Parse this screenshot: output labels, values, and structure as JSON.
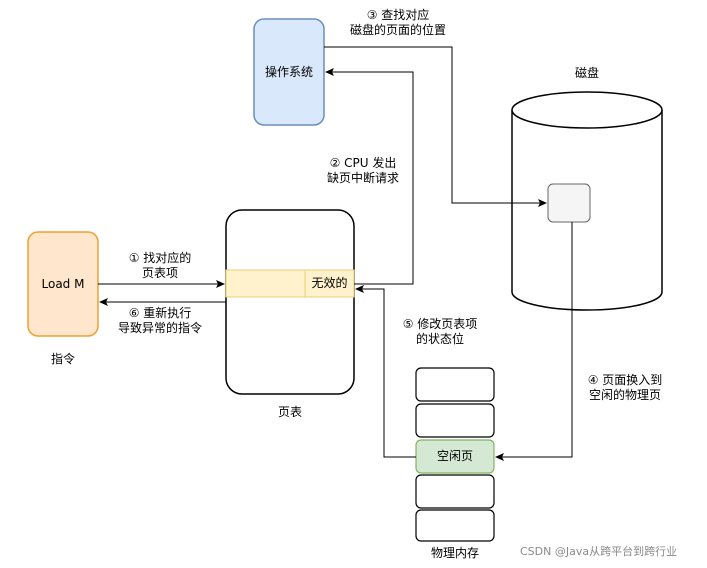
{
  "nodes": {
    "instruction_box": "Load M",
    "instruction_caption": "指令",
    "os_box": "操作系统",
    "page_table_caption": "页表",
    "invalid_entry": "无效的",
    "disk_caption": "磁盘",
    "free_page": "空闲页",
    "memory_caption": "物理内存"
  },
  "steps": {
    "s1_line1": "① 找对应的",
    "s1_line2": "页表项",
    "s2_line1": "② CPU 发出",
    "s2_line2": "缺页中断请求",
    "s3_line1": "③ 查找对应",
    "s3_line2": "磁盘的页面的位置",
    "s4_line1": "④ 页面换入到",
    "s4_line2": "空闲的物理页",
    "s5_line1": "⑤ 修改页表项",
    "s5_line2": "的状态位",
    "s6_line1": "⑥ 重新执行",
    "s6_line2": "导致异常的指令"
  },
  "watermark": "CSDN @Java从跨平台到跨行业",
  "colors": {
    "instruction_fill": "#ffe6cc",
    "instruction_stroke": "#f0a030",
    "os_fill": "#dae8fc",
    "os_stroke": "#6c8ebf",
    "entry_fill": "#fff2cc",
    "entry_stroke": "#e8d070",
    "free_fill": "#d5e8d4",
    "free_stroke": "#82b366",
    "disk_block_fill": "#f5f5f5"
  }
}
